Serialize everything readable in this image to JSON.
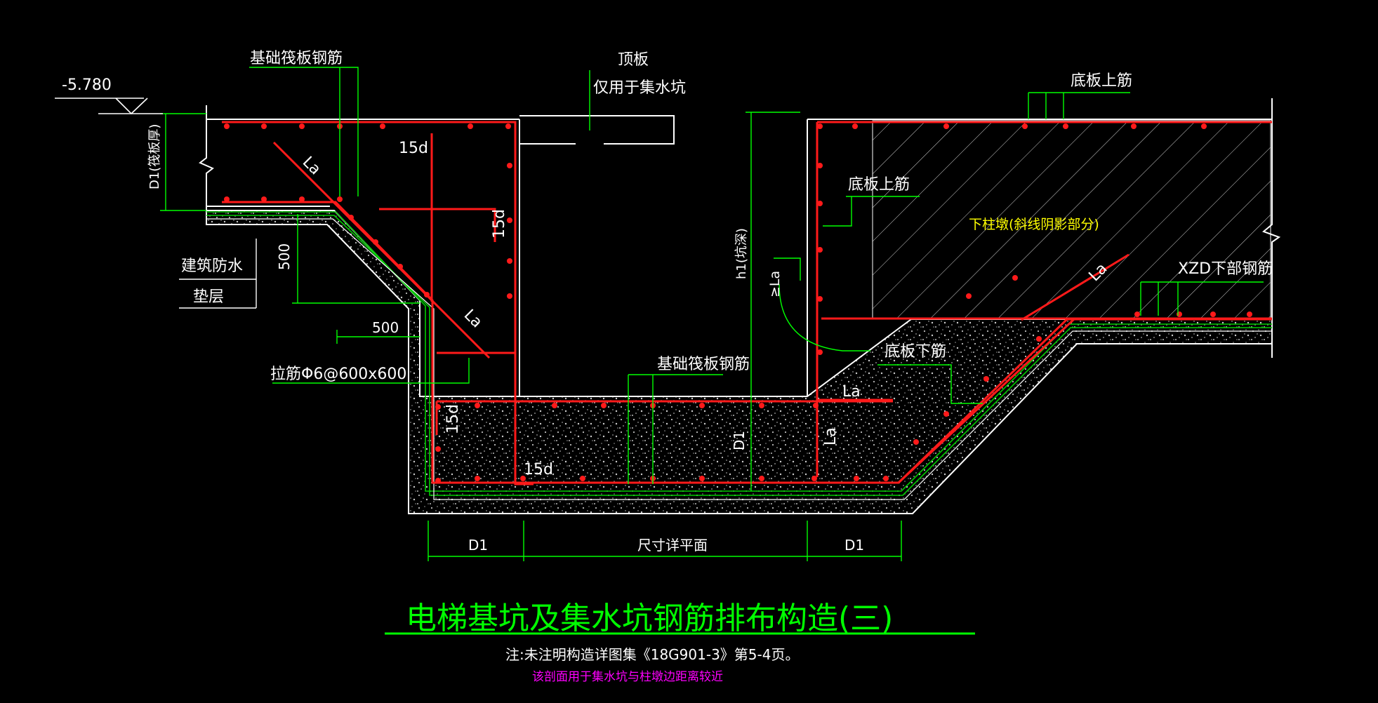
{
  "labels": {
    "elevation": "-5.780",
    "raft_rebar_top": "基础筏板钢筋",
    "top_slab": "顶板",
    "top_slab_note": "仅用于集水坑",
    "bottom_top_bar_1": "底板上筋",
    "bottom_top_bar_2": "底板上筋",
    "bottom_bar": "底板下筋",
    "pier_note": "下柱墩(斜线阴影部分)",
    "xzd_bar": "XZD下部钢筋",
    "d1_raft": "D1(筏板厚)",
    "waterproof": "建筑防水",
    "cushion": "垫层",
    "dim_500_v": "500",
    "dim_500_h": "500",
    "tie_bar": "拉筋Φ6@600x600",
    "la_1": "La",
    "la_2": "La",
    "la_3": "La",
    "la_4": "La",
    "la_5": "La",
    "d15_1": "15d",
    "d15_2": "15d",
    "d15_3": "15d",
    "d15_4": "15d",
    "h1": "h1(坑深)",
    "ge_la": "≥La",
    "raft_rebar_mid": "基础筏板钢筋",
    "d1_mid": "D1",
    "dim_d1_left": "D1",
    "dim_plan": "尺寸详平面",
    "dim_d1_right": "D1"
  },
  "title": "电梯基坑及集水坑钢筋排布构造(三)",
  "note_1": "注:未注明构造详图集《18G901-3》第5-4页。",
  "note_2": "该剖面用于集水坑与柱墩边距离较近",
  "colors": {
    "background": "#000000",
    "rebar": "#ff1a1a",
    "line": "#ffffff",
    "leader": "#00ff00",
    "title": "#00ff00",
    "pier_label": "#ffff00",
    "note_2": "#ff00ff"
  }
}
